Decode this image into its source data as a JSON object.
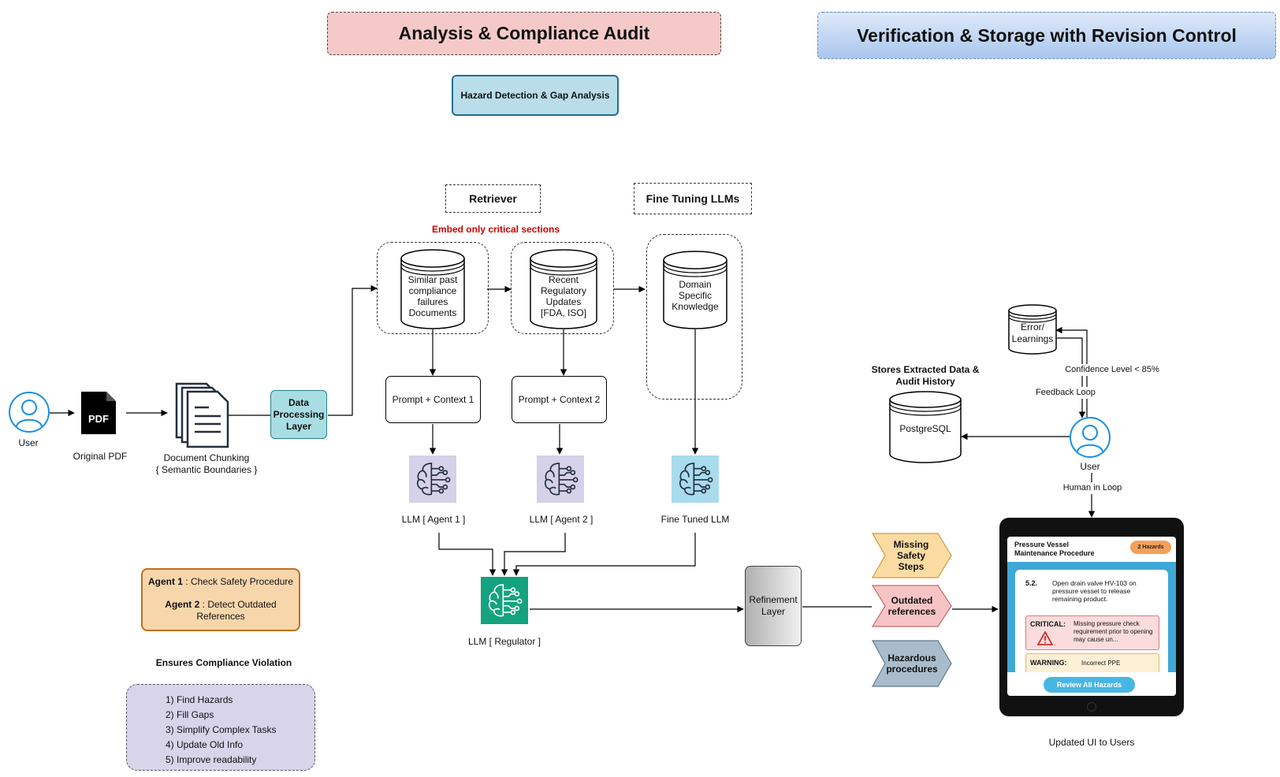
{
  "headers": {
    "analysis": "Analysis & Compliance Audit",
    "verification": "Verification & Storage with Revision Control",
    "hazard_detection": "Hazard Detection & Gap Analysis"
  },
  "pipeline": {
    "user": "User",
    "original_pdf": "Original PDF",
    "pdf_badge": "PDF",
    "chunking_line1": "Document Chunking",
    "chunking_line2": "{ Semantic Boundaries }",
    "data_processing": "Data Processing Layer"
  },
  "retrieval": {
    "retriever": "Retriever",
    "fine_tuning": "Fine Tuning LLMs",
    "embed_note": "Embed only critical sections",
    "db1": "Similar past compliance failures Documents",
    "db2": "Recent Regulatory Updates [FDA, ISO]",
    "db3": "Domain Specific Knowledge",
    "prompt1": "Prompt + Context 1",
    "prompt2": "Prompt + Context 2",
    "llm_agent1": "LLM [ Agent 1 ]",
    "llm_agent2": "LLM [ Agent 2 ]",
    "fine_tuned_llm": "Fine Tuned LLM",
    "llm_regulator": "LLM [ Regulator ]"
  },
  "agents_box": {
    "agent1_bold": "Agent 1",
    "agent1_text": " : Check Safety Procedure",
    "agent2_bold": "Agent 2",
    "agent2_text": " : Detect Outdated References"
  },
  "compliance": {
    "title": "Ensures Compliance Violation",
    "items": [
      "1) Find Hazards",
      "2) Fill Gaps",
      "3) Simplify Complex Tasks",
      "4) Update Old Info",
      "5) Improve readability"
    ]
  },
  "refinement": {
    "layer": "Refinement Layer",
    "tag1": "Missing Safety Steps",
    "tag2": "Outdated references",
    "tag3": "Hazardous procedures"
  },
  "storage": {
    "stores_label": "Stores Extracted Data & Audit History",
    "postgres": "PostgreSQL",
    "error_db": "Error/ Learnings",
    "confidence": "Confidence Level < 85%",
    "feedback": "Feedback Loop",
    "user": "User",
    "human_loop": "Human in Loop",
    "updated_ui": "Updated UI to Users"
  },
  "tablet": {
    "title_line1": "Pressure Vessel",
    "title_line2": "Maintenance Procedure",
    "badge": "2 Hazards",
    "step_num": "5.2.",
    "step_text": "Open drain valve HV-103 on pressure vessel to release remaining product.",
    "critical_label": "CRITICAL:",
    "critical_text": "Missing pressure check requirement prior to opening may cause un...",
    "warning_label": "WARNING:",
    "warning_text": "Incorrect PPE",
    "review_button": "Review All Hazards"
  },
  "colors": {
    "analysis_header": "#f6c9c9",
    "verification_header": "#a9c6ee",
    "hazard_box": "#b9dde9",
    "data_processing": "#a8dde3",
    "agents_box": "#f8d6ac",
    "compliance_box": "#d8d4ea",
    "brain_purple": "#d4d1e8",
    "brain_blue": "#a9dbee",
    "regulator_green": "#14a37f",
    "tag_yellow": "#fbdba2",
    "tag_pink": "#f6c4c4",
    "tag_blue": "#a9bccb",
    "embed_red": "#cc0000",
    "tablet_accent": "#3fa8d8"
  }
}
